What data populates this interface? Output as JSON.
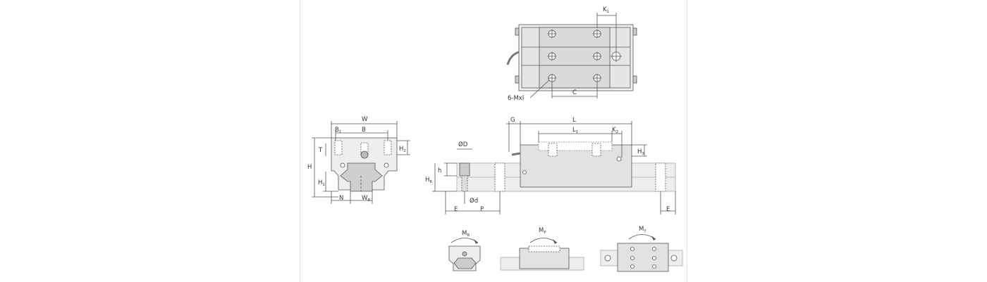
{
  "labels": {
    "top_view": {
      "k1": "K",
      "k1_sub": "1",
      "c": "C",
      "holes": "6-Mxl"
    },
    "end_view": {
      "w": "W",
      "b1": "B",
      "b1_sub": "1",
      "b": "B",
      "t": "T",
      "h2": "H",
      "h2_sub": "2",
      "h": "H",
      "h1": "H",
      "h1_sub": "1",
      "n": "N",
      "wr": "W",
      "wr_sub": "R"
    },
    "side_view": {
      "g": "G",
      "l": "L",
      "l1": "L",
      "l1_sub": "1",
      "k2": "K",
      "k2_sub": "2",
      "h3": "H",
      "h3_sub": "3",
      "od_big": "ØD",
      "h_small": "h",
      "hr": "H",
      "hr_sub": "R",
      "od_small": "Ød",
      "e_left": "E",
      "p": "P",
      "e_right": "E"
    },
    "moments": {
      "mr": "M",
      "mr_sub": "R",
      "mp": "M",
      "mp_sub": "P",
      "my": "M",
      "my_sub": "Y"
    }
  },
  "colors": {
    "line": "#555555",
    "text": "#333333",
    "fill": "#d0d0d0",
    "fill_light": "#ececec"
  }
}
